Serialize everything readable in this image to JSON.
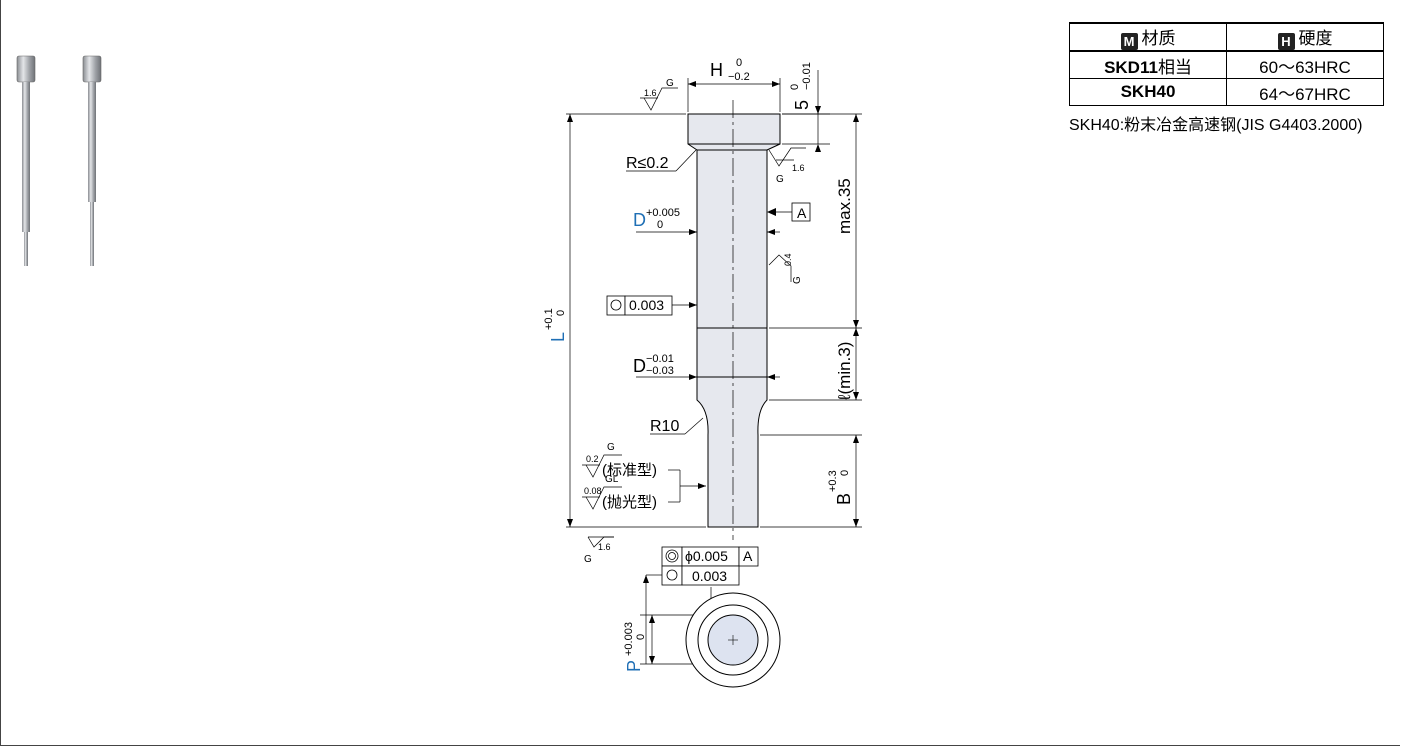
{
  "materials_table": {
    "header_material_icon": "M",
    "header_material": "材质",
    "header_hardness_icon": "H",
    "header_hardness": "硬度",
    "rows": [
      {
        "material_bold": "SKD11",
        "material_suffix": "相当",
        "hardness": "60～63HRC"
      },
      {
        "material_bold": "SKH40",
        "material_suffix": "",
        "hardness": "64～67HRC"
      }
    ]
  },
  "note": "SKH40:粉末冶金高速钢(JIS G4403.2000)",
  "dimensions": {
    "H": "H",
    "H_upper": "0",
    "H_lower": "−0.2",
    "head_thick": "5",
    "head_upper": "0",
    "head_lower": "−0.01",
    "max_len": "max.35",
    "L": "L",
    "L_upper": "+0.1",
    "L_lower": "0",
    "D": "D",
    "D_upper": "+0.005",
    "D_lower": "0",
    "D2": "D",
    "D2_upper": "−0.01",
    "D2_lower": "−0.03",
    "ell": "ℓ(min.3)",
    "B": "B",
    "B_upper": "+0.3",
    "B_lower": "0",
    "P": "P",
    "P_upper": "+0.003",
    "P_lower": "0",
    "R_head": "R≤0.2",
    "R10": "R10",
    "datum": "A",
    "roundness1": "0.003",
    "concentricity": "ϕ0.005",
    "concentricity_datum": "A",
    "roundness2": "0.003",
    "std_type": "(标准型)",
    "polish_type": "(抛光型)",
    "rough_16": "1.6",
    "rough_04": "0.4",
    "rough_02": "0.2",
    "rough_008": "0.08",
    "G": "G",
    "GL": "GL"
  },
  "colors": {
    "accent_blue": "#1f6fb5",
    "part_fill": "#e6e8ee",
    "circle_fill": "#dde3f0"
  }
}
